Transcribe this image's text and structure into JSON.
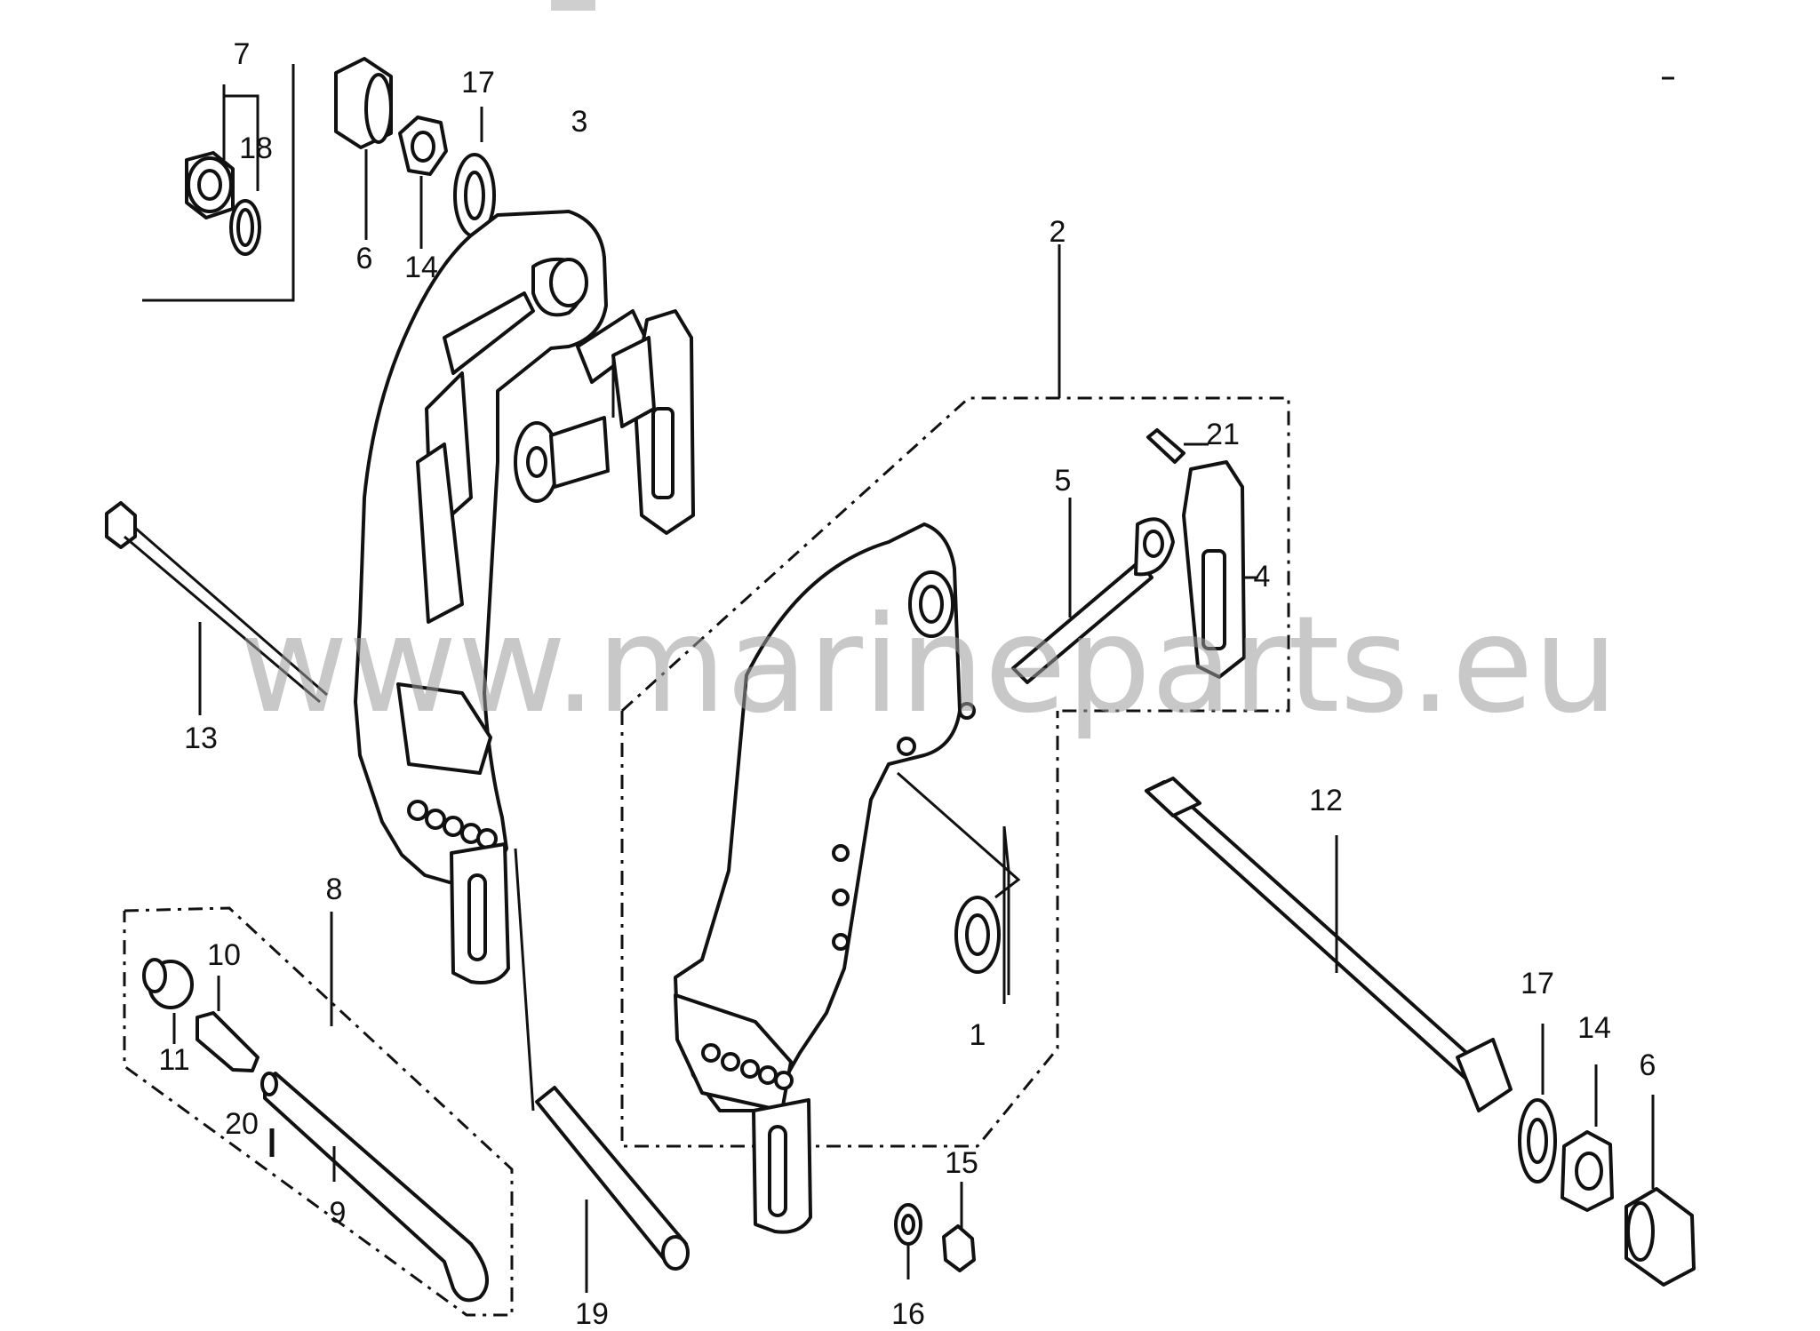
{
  "diagram": {
    "watermark": "www.marineparts.eu",
    "callouts": [
      {
        "id": "7",
        "text": "7"
      },
      {
        "id": "18",
        "text": "18"
      },
      {
        "id": "6a",
        "text": "6"
      },
      {
        "id": "14a",
        "text": "14"
      },
      {
        "id": "17a",
        "text": "17"
      },
      {
        "id": "3",
        "text": "3"
      },
      {
        "id": "2",
        "text": "2"
      },
      {
        "id": "21",
        "text": "21"
      },
      {
        "id": "5",
        "text": "5"
      },
      {
        "id": "4",
        "text": "4"
      },
      {
        "id": "13",
        "text": "13"
      },
      {
        "id": "12",
        "text": "12"
      },
      {
        "id": "8",
        "text": "8"
      },
      {
        "id": "10",
        "text": "10"
      },
      {
        "id": "11",
        "text": "11"
      },
      {
        "id": "20",
        "text": "20"
      },
      {
        "id": "9",
        "text": "9"
      },
      {
        "id": "1",
        "text": "1"
      },
      {
        "id": "17b",
        "text": "17"
      },
      {
        "id": "14b",
        "text": "14"
      },
      {
        "id": "6b",
        "text": "6"
      },
      {
        "id": "15",
        "text": "15"
      },
      {
        "id": "16",
        "text": "16"
      },
      {
        "id": "19",
        "text": "19"
      }
    ]
  }
}
